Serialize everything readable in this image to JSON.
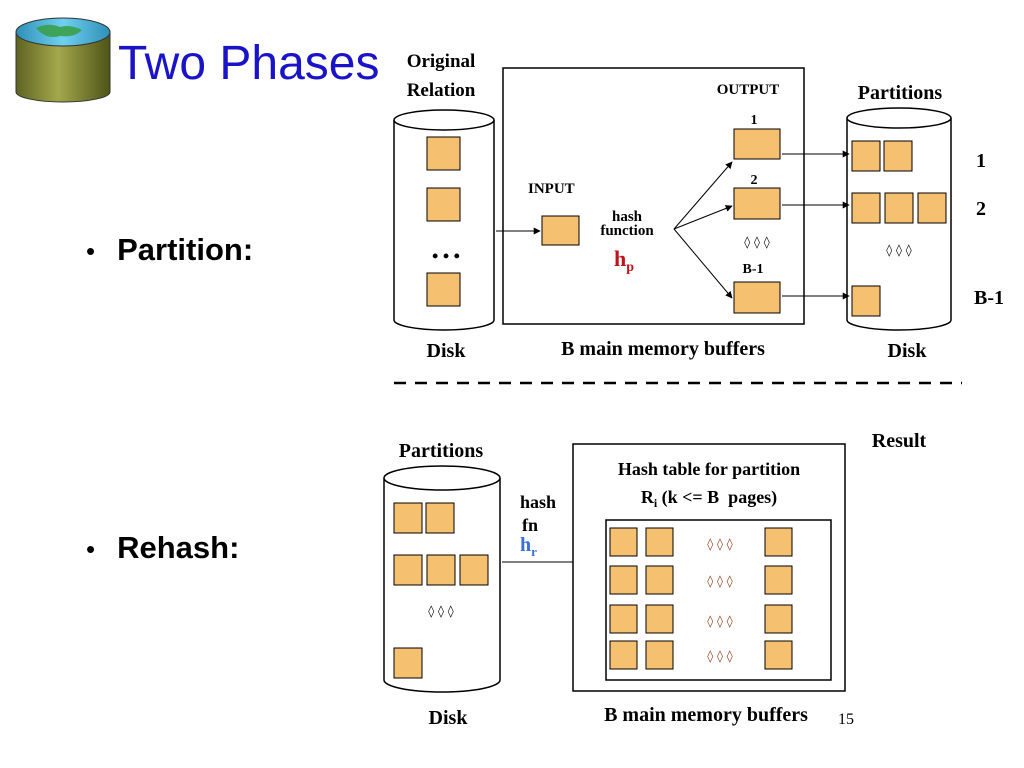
{
  "slide": {
    "title": "Two Phases",
    "bullets": [
      "Partition:",
      "Rehash:"
    ],
    "slide_number": "15"
  },
  "colors": {
    "title": "#1a13c8",
    "buffer_fill": "#f5c070",
    "hp_color": "#c0121b",
    "hr_color": "#3a6fd8"
  },
  "partition": {
    "original_relation": [
      "Original",
      "Relation"
    ],
    "input_label": "INPUT",
    "output_label": "OUTPUT",
    "hash_label": "hash",
    "function_label": "function",
    "hash_name": "h",
    "hash_sub": "p",
    "buffer_nums": [
      "1",
      "2",
      "B-1"
    ],
    "partition_nums": [
      "1",
      "2",
      "B-1"
    ],
    "partitions_label": "Partitions",
    "disk_left": "Disk",
    "disk_right": "Disk",
    "memory_label": "B main memory buffers",
    "ellipsis": "• • •"
  },
  "rehash": {
    "partitions_label": "Partitions",
    "result_label": "Result",
    "hash_label": "hash",
    "fn_label": "fn",
    "hash_name": "h",
    "hash_sub": "r",
    "hashtable_line1": "Hash table for partition",
    "hashtable_R": "R",
    "hashtable_i": "i",
    "hashtable_rest": " (k <= B  pages)",
    "disk_label": "Disk",
    "memory_label": "B main memory buffers"
  }
}
